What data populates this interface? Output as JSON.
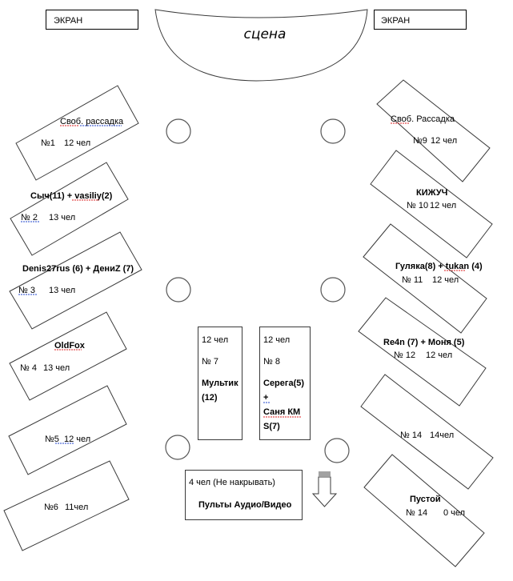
{
  "screens": [
    {
      "label": "ЭКРАН"
    },
    {
      "label": "ЭКРАН"
    }
  ],
  "stage": {
    "label": "сцена"
  },
  "tables_left": [
    {
      "title": "Своб. рассадка",
      "number": "№1",
      "people": "12 чел"
    },
    {
      "title": "Сыч(11) + vasiliy(2)",
      "number": "№ 2",
      "people": "13 чел"
    },
    {
      "title": "Denis27rus (6) + ДениZ (7)",
      "number": "№ 3",
      "people": "13 чел"
    },
    {
      "title": "OldFox",
      "number": "№ 4",
      "people": "13 чел"
    },
    {
      "title": "",
      "number": "№5",
      "people": "12 чел"
    },
    {
      "title": "",
      "number": "№6",
      "people": "11чел"
    }
  ],
  "tables_center": [
    {
      "people": "12 чел",
      "number": "№ 7",
      "title_lines": [
        "Мультик",
        "(12)"
      ]
    },
    {
      "people": "12 чел",
      "number": "№ 8",
      "title_lines": [
        "Серега(5)",
        "+",
        "Саня КМ",
        "S(7)"
      ]
    }
  ],
  "tables_right": [
    {
      "title": "Своб. Рассадка",
      "number": "№9",
      "people": "12 чел"
    },
    {
      "title": "КИЖУЧ",
      "number": "№ 10",
      "people": "12 чел"
    },
    {
      "title": "Гуляка(8) + tukan (4)",
      "number": "№ 11",
      "people": "12 чел"
    },
    {
      "title": "Re4n (7) + Моня (5)",
      "number": "№ 12",
      "people": "12 чел"
    },
    {
      "title": "",
      "number": "№ 14",
      "people": "14чел"
    },
    {
      "title": "Пустой",
      "number": "№ 14",
      "people": "0 чел"
    }
  ],
  "control_desk": {
    "note": "4 чел (Не накрывать)",
    "title": "Пульты Аудио/Видео"
  },
  "icons": {
    "exit_arrow": "down-arrow-icon",
    "columns": "circle-column-icon"
  }
}
